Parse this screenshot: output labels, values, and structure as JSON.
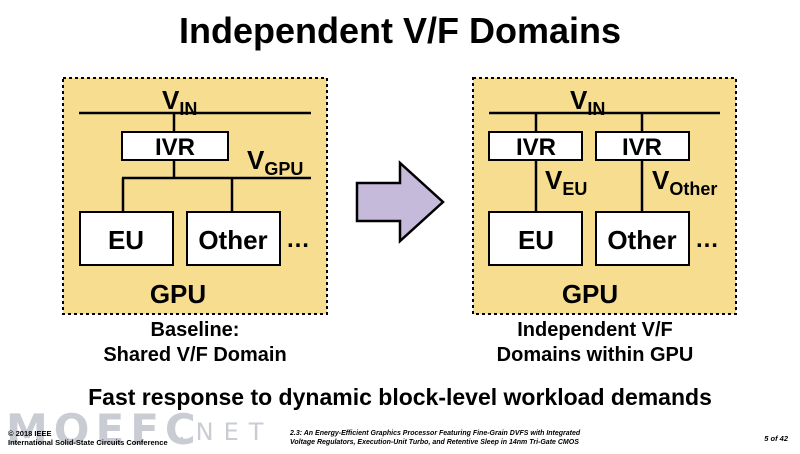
{
  "title": "Independent V/F Domains",
  "colors": {
    "box_fill": "#f7dd8f",
    "arrow_fill": "#c6badb"
  },
  "left": {
    "vin_main": "V",
    "vin_sub": "IN",
    "ivr": "IVR",
    "vgpu_main": "V",
    "vgpu_sub": "GPU",
    "eu": "EU",
    "other": "Other",
    "ellipsis": "…",
    "gpu": "GPU",
    "caption_line1": "Baseline:",
    "caption_line2": "Shared V/F Domain"
  },
  "right": {
    "vin_main": "V",
    "vin_sub": "IN",
    "ivr1": "IVR",
    "ivr2": "IVR",
    "veu_main": "V",
    "veu_sub": "EU",
    "vother_main": "V",
    "vother_sub": "Other",
    "eu": "EU",
    "other": "Other",
    "ellipsis": "…",
    "gpu": "GPU",
    "caption_line1": "Independent V/F",
    "caption_line2": "Domains within GPU"
  },
  "subtitle": "Fast response to dynamic block-level workload demands",
  "watermark": "MOEFC",
  "watermark_net": ".NET",
  "footer": {
    "left_line1": "© 2018 IEEE",
    "left_line2": "International Solid-State Circuits Conference",
    "mid_line1": "2.3: An Energy-Efficient Graphics Processor Featuring Fine-Grain DVFS with Integrated",
    "mid_line2": "Voltage Regulators, Execution-Unit Turbo, and Retentive Sleep in 14nm Tri-Gate CMOS",
    "page": "5 of 42"
  }
}
